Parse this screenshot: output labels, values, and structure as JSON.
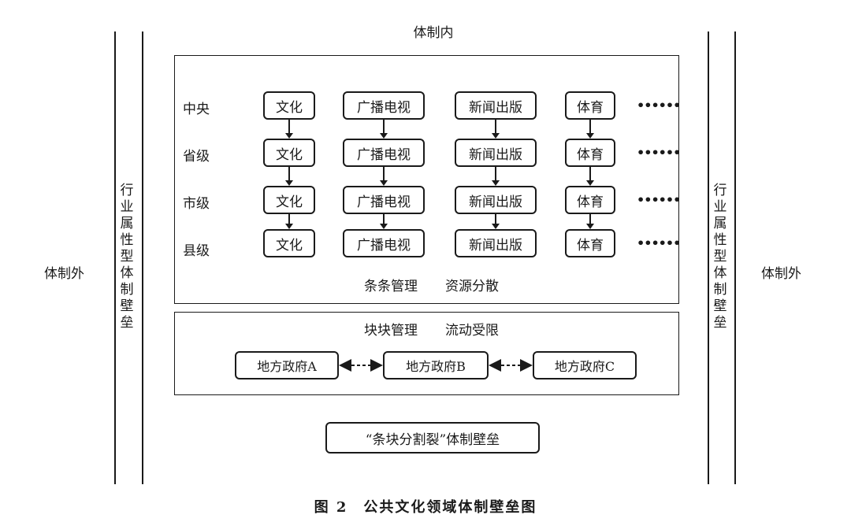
{
  "outside_left": "体制外",
  "outside_right": "体制外",
  "inside_title": "体制内",
  "barrier_left": "行业属性型体制壁垒",
  "barrier_right": "行业属性型体制壁垒",
  "levels": [
    "中央",
    "省级",
    "市级",
    "县级"
  ],
  "sectors": [
    "文化",
    "广播电视",
    "新闻出版",
    "体育"
  ],
  "ellipsis": "••••••",
  "vertical_caption": {
    "left": "条条管理",
    "right": "资源分散"
  },
  "horizontal_caption": {
    "left": "块块管理",
    "right": "流动受限"
  },
  "governments": [
    "地方政府A",
    "地方政府B",
    "地方政府C"
  ],
  "bottom_box": "“条块分割裂”体制壁垒",
  "figure_caption": "图 2　公共文化领域体制壁垒图"
}
